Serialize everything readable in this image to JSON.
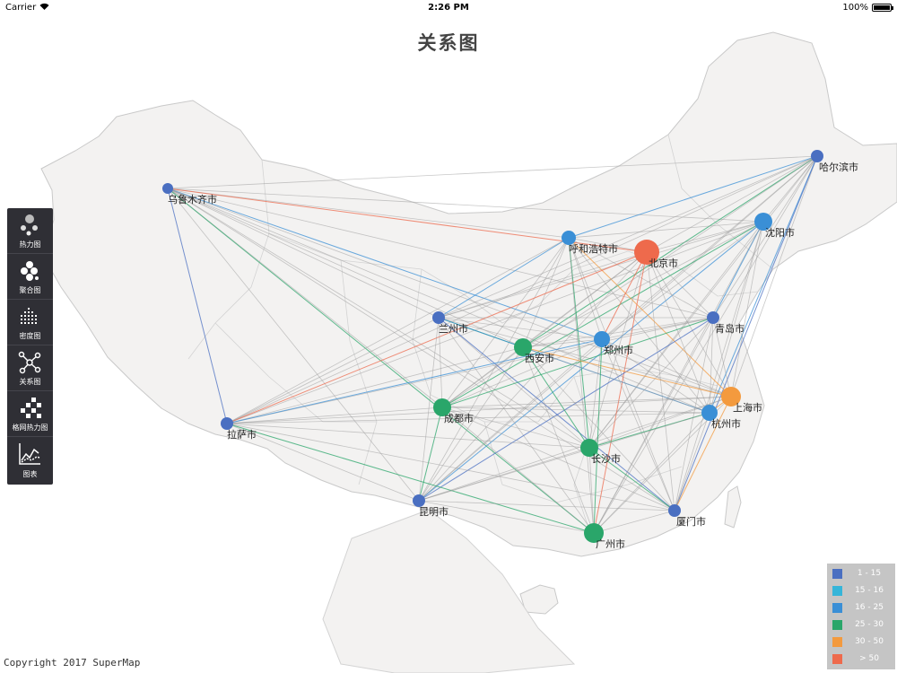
{
  "status_bar": {
    "carrier": "Carrier",
    "time": "2:26 PM",
    "battery": "100%",
    "battery_level": 1.0
  },
  "map": {
    "title": "关系图"
  },
  "colors": {
    "land": "#f3f2f1",
    "land_border": "#c9c9c9",
    "sea": "#ffffff"
  },
  "toolbar": {
    "items": [
      {
        "label": "热力图",
        "icon": "heatmap-icon"
      },
      {
        "label": "聚合图",
        "icon": "cluster-icon"
      },
      {
        "label": "密度图",
        "icon": "density-icon"
      },
      {
        "label": "关系图",
        "icon": "relation-icon"
      },
      {
        "label": "格网热力图",
        "icon": "grid-heatmap-icon"
      },
      {
        "label": "图表",
        "icon": "chart-icon"
      }
    ]
  },
  "legend": {
    "items": [
      {
        "label": "1 - 15",
        "color": "#4a6fc1"
      },
      {
        "label": "15 - 16",
        "color": "#35b5d9"
      },
      {
        "label": "16 - 25",
        "color": "#3a8fd6"
      },
      {
        "label": "25 - 30",
        "color": "#2aa66a"
      },
      {
        "label": "30 - 50",
        "color": "#f39a3e"
      },
      {
        "label": "> 50",
        "color": "#ee6a4c"
      }
    ]
  },
  "cities": [
    {
      "name": "乌鲁木齐市",
      "class": 0
    },
    {
      "name": "哈尔滨市",
      "class": 0
    },
    {
      "name": "沈阳市",
      "class": 2
    },
    {
      "name": "呼和浩特市",
      "class": 2
    },
    {
      "name": "北京市",
      "class": 5
    },
    {
      "name": "兰州市",
      "class": 0
    },
    {
      "name": "青岛市",
      "class": 0
    },
    {
      "name": "西安市",
      "class": 3
    },
    {
      "name": "郑州市",
      "class": 2
    },
    {
      "name": "上海市",
      "class": 4
    },
    {
      "name": "成都市",
      "class": 3
    },
    {
      "name": "杭州市",
      "class": 2
    },
    {
      "name": "拉萨市",
      "class": 0
    },
    {
      "name": "长沙市",
      "class": 3
    },
    {
      "name": "昆明市",
      "class": 0
    },
    {
      "name": "厦门市",
      "class": 0
    },
    {
      "name": "广州市",
      "class": 3
    }
  ],
  "copyright": "Copyright 2017 SuperMap"
}
